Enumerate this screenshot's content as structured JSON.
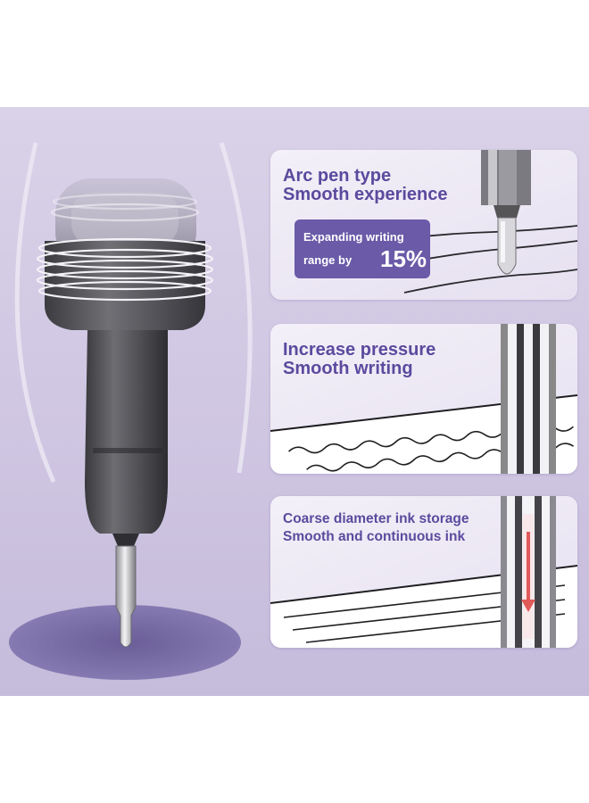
{
  "features": [
    {
      "title_line1": "Arc pen type",
      "title_line2": "Smooth experience"
    },
    {
      "title_line1": "Increase pressure",
      "title_line2": "Smooth writing"
    },
    {
      "title_line1": "Coarse diameter ink storage",
      "title_line2": "Smooth and continuous ink"
    }
  ],
  "badge": {
    "line1": "Expanding writing",
    "line2": "range by",
    "value": "15%"
  },
  "colors": {
    "accent": "#5b4a9e",
    "badge": "#6a5aa8",
    "banner_bg": "#cfc6e2",
    "ink_arrow": "#e05a5a"
  },
  "icons": {
    "refill": "pen-refill-icon",
    "spring": "spring-icon",
    "ink_arrow": "arrow-down-icon"
  }
}
